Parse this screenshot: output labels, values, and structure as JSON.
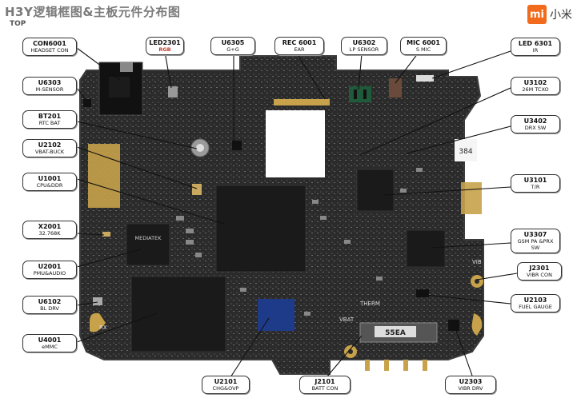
{
  "header": {
    "title": "H3Y逻辑框图&主板元件分布图",
    "subtitle": "TOP",
    "brand_logo": "mi",
    "brand_text": "小米"
  },
  "colors": {
    "board": "#2b2b2b",
    "board_edge": "#3c3c3c",
    "gold": "#c8a24a",
    "chip": "#1a1a1a",
    "chip_blue": "#1e3b8a",
    "brand": "#f26a1b"
  },
  "board_text": {
    "rf_tag": "384",
    "chip_marking": "MEDIATEK",
    "battery_marking": "55EA",
    "vib": "VIB",
    "therm": "THERM",
    "vbat": "VBAT",
    "rx": "RX"
  },
  "labels": [
    {
      "code": "CON6001",
      "desc": "HEADSET CON"
    },
    {
      "code": "LED2301",
      "desc": "RGB"
    },
    {
      "code": "U6305",
      "desc": "G+G"
    },
    {
      "code": "REC 6001",
      "desc": "EAR"
    },
    {
      "code": "U6302",
      "desc": "LP SENSOR"
    },
    {
      "code": "MIC 6001",
      "desc": "S MIC"
    },
    {
      "code": "LED 6301",
      "desc": "IR"
    },
    {
      "code": "U6303",
      "desc": "M-SENSOR"
    },
    {
      "code": "BT201",
      "desc": "RTC BAT"
    },
    {
      "code": "U2102",
      "desc": "VBAT-BUCK"
    },
    {
      "code": "U1001",
      "desc": "CPU&DDR"
    },
    {
      "code": "X2001",
      "desc": "32.768K"
    },
    {
      "code": "U2001",
      "desc": "PMU&AUDIO"
    },
    {
      "code": "U6102",
      "desc": "BL DRV"
    },
    {
      "code": "U4001",
      "desc": "eMMC"
    },
    {
      "code": "U3102",
      "desc": "26M TCXO"
    },
    {
      "code": "U3402",
      "desc": "DRX SW"
    },
    {
      "code": "U3101",
      "desc": "T/R"
    },
    {
      "code": "U3307",
      "desc": "GSM PA &PRX SW"
    },
    {
      "code": "J2301",
      "desc": "VIBR CON"
    },
    {
      "code": "U2103",
      "desc": "FUEL GAUGE"
    },
    {
      "code": "U2101",
      "desc": "CHG&OVP"
    },
    {
      "code": "J2101",
      "desc": "BATT CON"
    },
    {
      "code": "U2303",
      "desc": "VIBR DRV"
    }
  ]
}
